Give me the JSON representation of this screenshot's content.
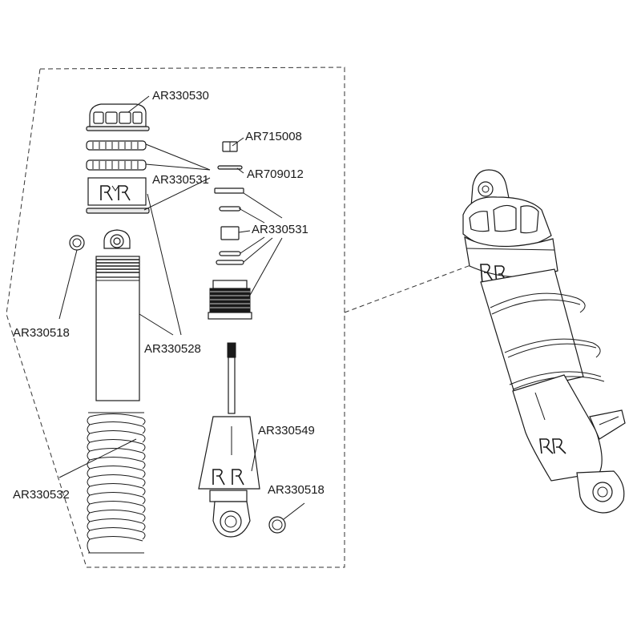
{
  "labels": {
    "top_cap": "AR330530",
    "nut": "AR715008",
    "collar_set": "AR330531",
    "seal_washer": "AR709012",
    "seal_stack": "AR330531",
    "ball_end_left": "AR330518",
    "shock_body": "AR330528",
    "shaft_end": "AR330549",
    "ball_end_right": "AR330518",
    "spring": "AR330532"
  }
}
